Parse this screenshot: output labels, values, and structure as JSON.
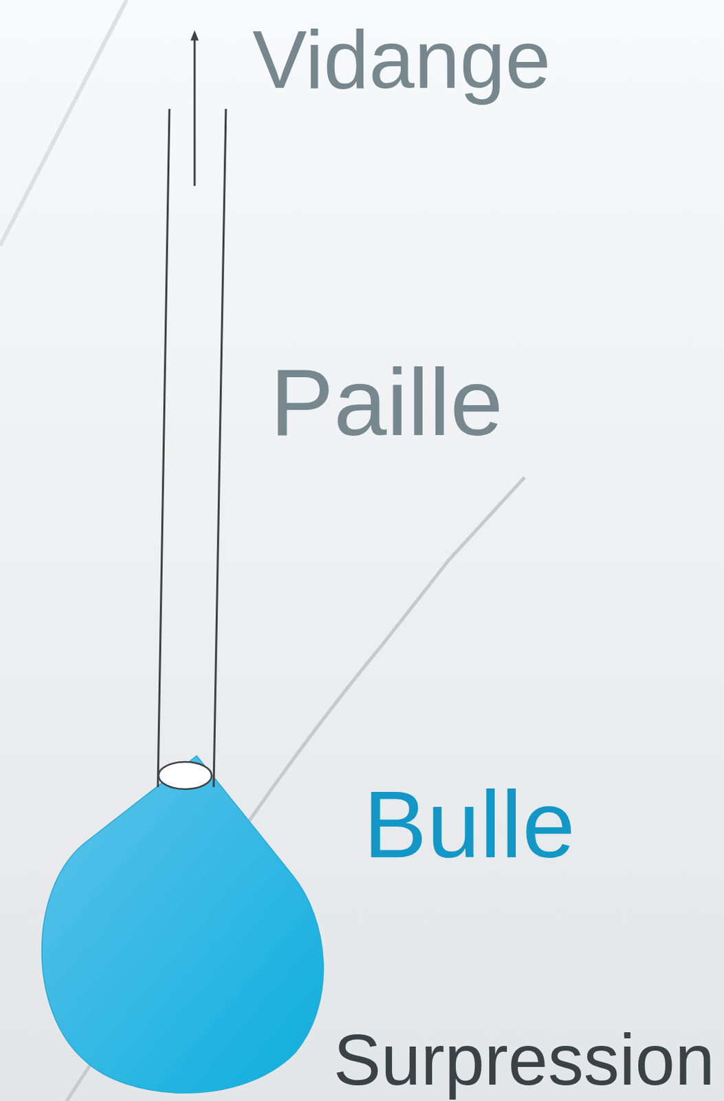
{
  "diagram": {
    "labels": [
      "Vidange",
      "Paille",
      "Bulle",
      "Surpression"
    ]
  }
}
